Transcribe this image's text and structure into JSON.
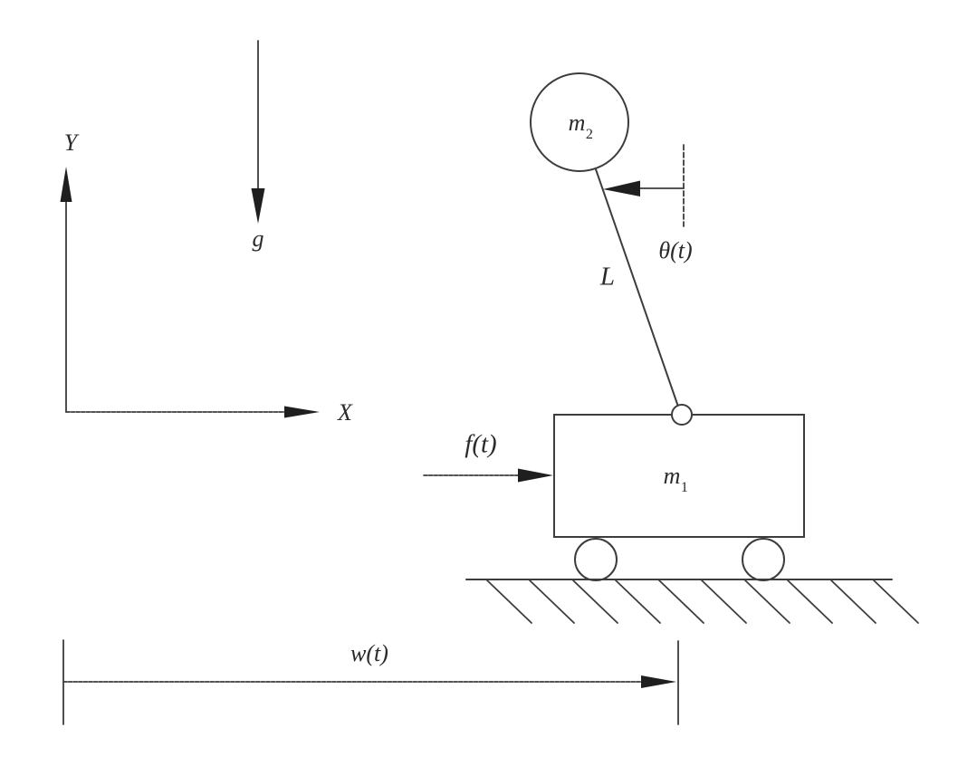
{
  "figure": {
    "kind": "inverted-pendulum-on-cart-diagram",
    "colors": {
      "ink": "#3d3d3d",
      "ink_dark": "#1f1f1f",
      "text": "#2b2b2b",
      "paper": "#ffffff"
    },
    "labels": {
      "y_axis": "Y",
      "x_axis": "X",
      "gravity": "g",
      "pendulum_mass": {
        "base": "m",
        "sub": "2"
      },
      "cart_mass": {
        "base": "m",
        "sub": "1"
      },
      "rod_length": "L",
      "pendulum_angle": "θ(t)",
      "applied_force": "f(t)",
      "cart_displacement": "w(t)"
    }
  }
}
